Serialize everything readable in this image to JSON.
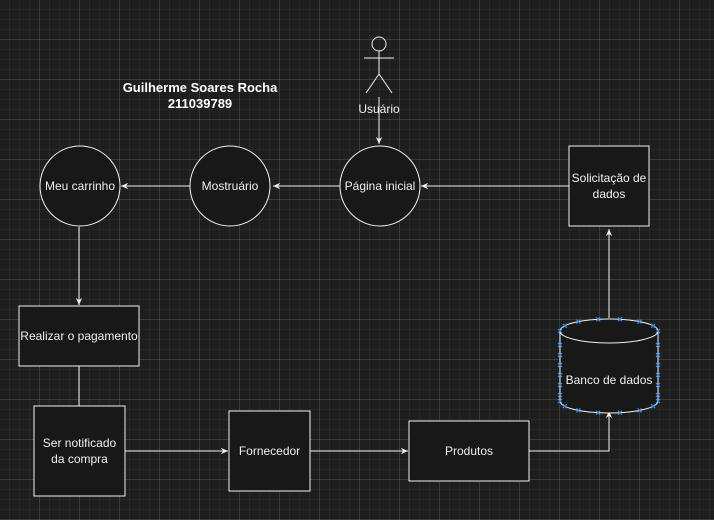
{
  "header": {
    "author_name": "Guilherme Soares Rocha",
    "author_id": "211039789"
  },
  "actor": {
    "label": "Usuário"
  },
  "nodes": {
    "pagina_inicial": "Página inicial",
    "mostruario": "Mostruário",
    "meu_carrinho": "Meu carrinho",
    "realizar_pagamento": "Realizar o pagamento",
    "ser_notificado": "Ser notificado da compra",
    "fornecedor": "Fornecedor",
    "produtos": "Produtos",
    "banco_de_dados": "Banco de dados",
    "solicitacao_dados": "Solicitação de dados"
  },
  "colors": {
    "background": "#1e1e1e",
    "stroke": "#f0f0f0",
    "node_fill": "#181818",
    "selection_handle": "#3c8ee6"
  }
}
